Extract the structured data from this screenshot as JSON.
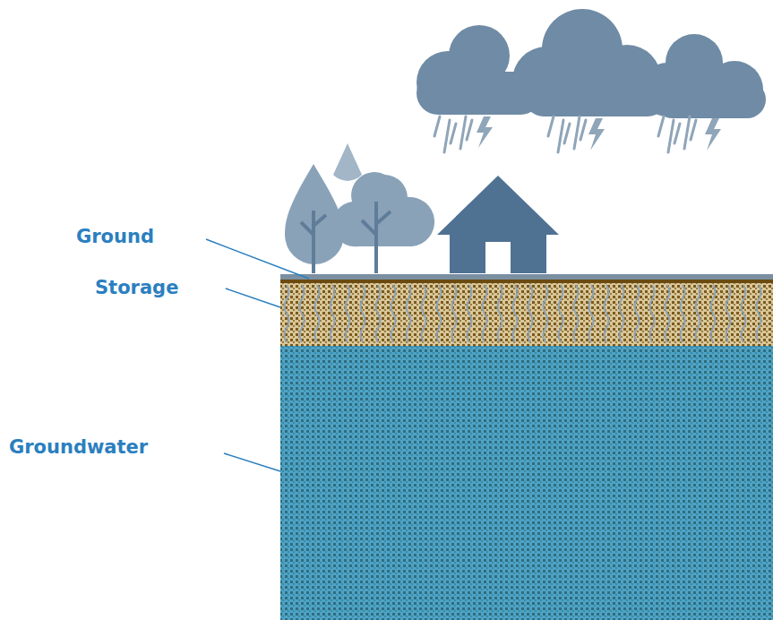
{
  "diagram": {
    "labels": [
      "Ground",
      "Storage",
      "Groundwater"
    ]
  }
}
